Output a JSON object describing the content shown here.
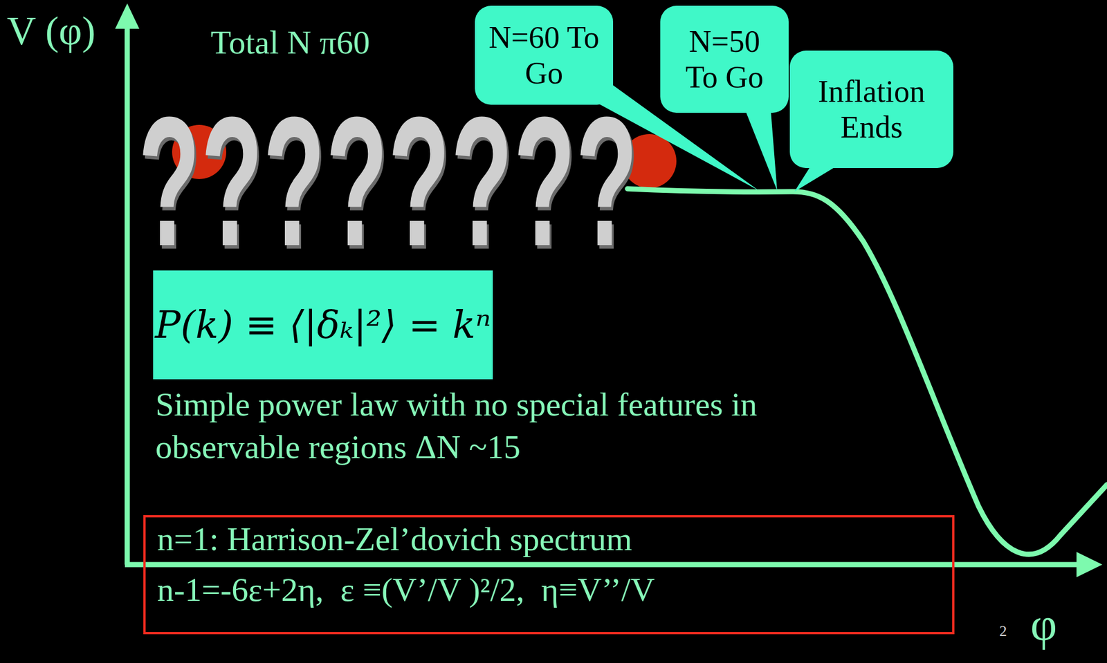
{
  "diagram": {
    "nodes": [
      {
        "text": [
          "N=60 To Go"
        ]
      },
      {
        "text": [
          "N=50 To Go"
        ]
      },
      {
        "text": [
          "Inflation Ends"
        ]
      },
      {
        "text": [
          "P(k) ≡ ⟨|δₖ|²⟩ = kⁿ"
        ]
      },
      {
        "text": [
          "n=1: Harrison-Zel’dovich spectrum",
          "n-1=-6ε+2η,  ε ≡(V’/V )²/2,  η≡V’’/V"
        ]
      }
    ],
    "labels": [
      "V (φ)",
      "Total N π60",
      "?",
      "?",
      "?",
      "?",
      "?",
      "?",
      "?",
      "?",
      "Simple power law with no special features in observable regions ΔN ~15",
      "2",
      "φ"
    ]
  }
}
